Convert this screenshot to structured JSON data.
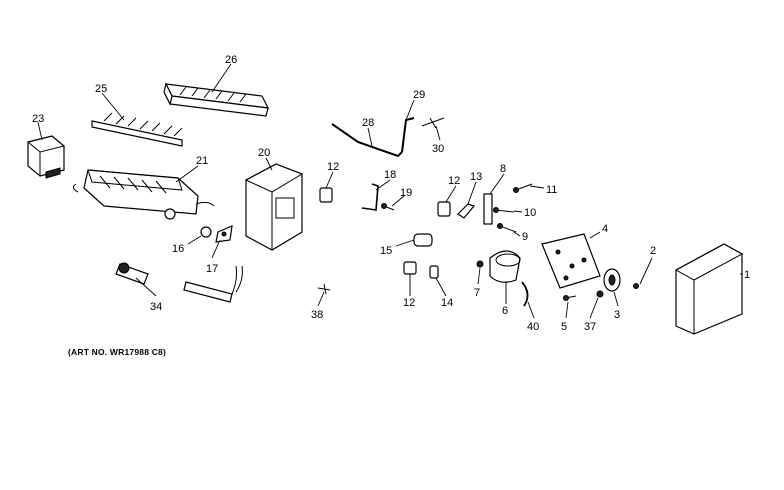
{
  "art_number": "(ART NO. WR17988 C8)",
  "callouts": [
    "1",
    "2",
    "3",
    "4",
    "5",
    "6",
    "7",
    "8",
    "9",
    "10",
    "11",
    "12",
    "12",
    "12",
    "13",
    "14",
    "15",
    "16",
    "17",
    "18",
    "19",
    "20",
    "21",
    "23",
    "25",
    "26",
    "28",
    "29",
    "30",
    "34",
    "37",
    "38",
    "40"
  ]
}
